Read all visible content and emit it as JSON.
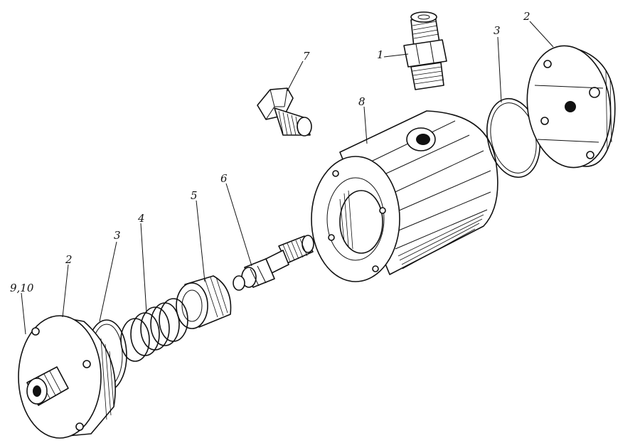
{
  "diagram": {
    "callouts": [
      {
        "id": "1",
        "text": "1"
      },
      {
        "id": "2-right",
        "text": "2"
      },
      {
        "id": "3-right",
        "text": "3"
      },
      {
        "id": "7",
        "text": "7"
      },
      {
        "id": "8",
        "text": "8"
      },
      {
        "id": "6",
        "text": "6"
      },
      {
        "id": "5",
        "text": "5"
      },
      {
        "id": "4",
        "text": "4"
      },
      {
        "id": "3-left",
        "text": "3"
      },
      {
        "id": "2-left",
        "text": "2"
      },
      {
        "id": "9-10",
        "text": "9,10"
      }
    ]
  }
}
